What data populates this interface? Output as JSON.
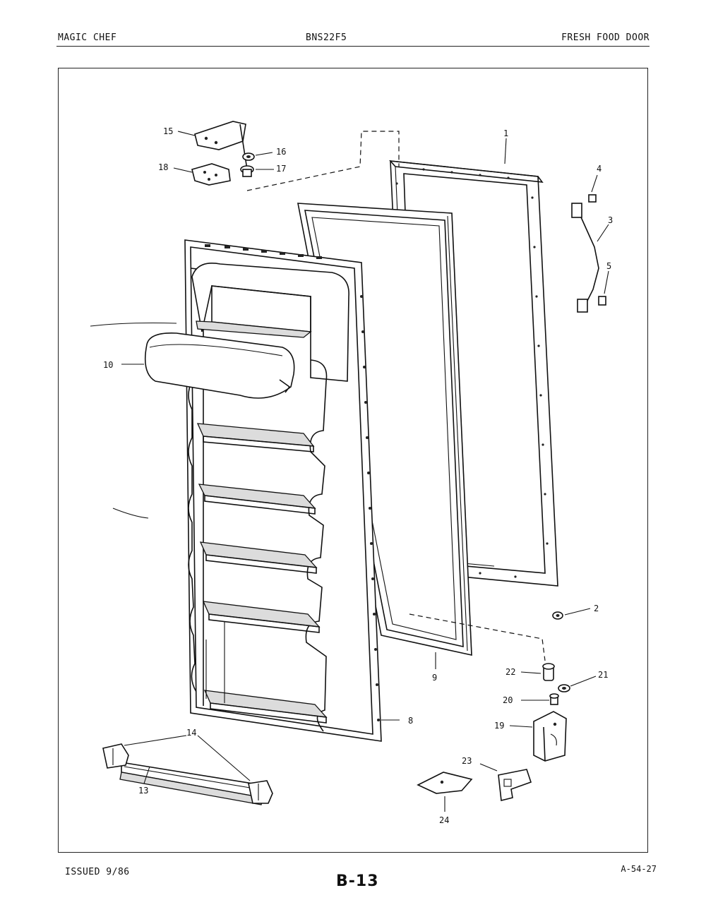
{
  "header": {
    "brand": "MAGIC CHEF",
    "model": "BNS22F5",
    "section": "FRESH FOOD DOOR"
  },
  "footer": {
    "issued": "ISSUED 9/86",
    "page": "B-13",
    "code": "A-54-27"
  },
  "part_labels": [
    "1",
    "2",
    "3",
    "4",
    "5",
    "8",
    "9",
    "10",
    "13",
    "14",
    "15",
    "16",
    "17",
    "18",
    "19",
    "20",
    "21",
    "22",
    "23",
    "24"
  ]
}
